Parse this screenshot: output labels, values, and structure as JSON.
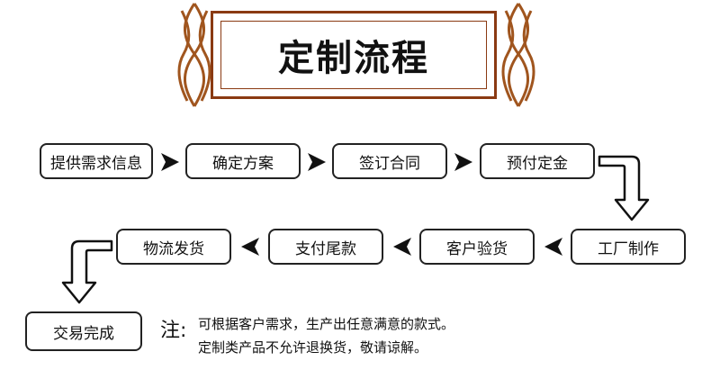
{
  "title": "定制流程",
  "steps": [
    "提供需求信息",
    "确定方案",
    "签订合同",
    "预付定金",
    "工厂制作",
    "客户验货",
    "支付尾款",
    "物流发货",
    "交易完成"
  ],
  "note": {
    "label": "注:",
    "lines": [
      "可根据客户需求，生产出任意满意的款式。",
      "定制类产品不允许退换货，敬请谅解。"
    ]
  },
  "colors": {
    "frame": "#8a3a12",
    "ornament": "#a0551e",
    "box_border": "#222222",
    "arrow": "#111111"
  }
}
